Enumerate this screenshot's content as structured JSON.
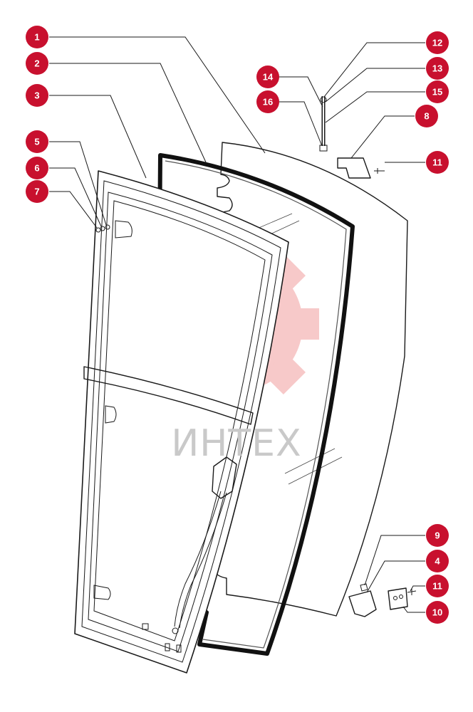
{
  "watermark": {
    "text": "ИНТЕХ",
    "logo_color": "#f4b8b8",
    "text_color": "#c9c9c9"
  },
  "callout_color": "#c8102e",
  "callouts": [
    {
      "id": "1",
      "label": "1"
    },
    {
      "id": "2",
      "label": "2"
    },
    {
      "id": "3",
      "label": "3"
    },
    {
      "id": "5",
      "label": "5"
    },
    {
      "id": "6",
      "label": "6"
    },
    {
      "id": "7",
      "label": "7"
    },
    {
      "id": "12",
      "label": "12"
    },
    {
      "id": "13",
      "label": "13"
    },
    {
      "id": "14",
      "label": "14"
    },
    {
      "id": "15",
      "label": "15"
    },
    {
      "id": "16",
      "label": "16"
    },
    {
      "id": "8",
      "label": "8"
    },
    {
      "id": "11a",
      "label": "11"
    },
    {
      "id": "9",
      "label": "9"
    },
    {
      "id": "4",
      "label": "4"
    },
    {
      "id": "11b",
      "label": "11"
    },
    {
      "id": "10",
      "label": "10"
    }
  ]
}
